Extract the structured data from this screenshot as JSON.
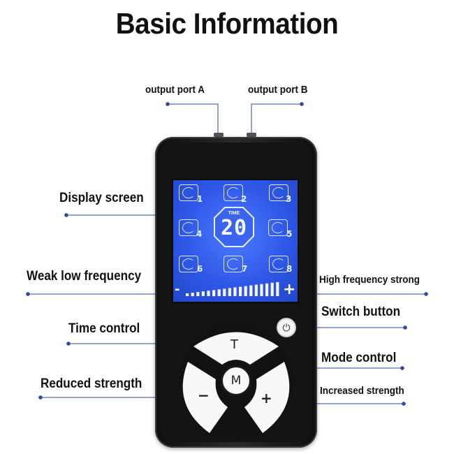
{
  "title": "Basic Information",
  "labels": {
    "output_port_a": "output port A",
    "output_port_b": "output port B",
    "display_screen": "Display screen",
    "weak_low_frequency": "Weak low frequency",
    "high_frequency_strong": "High frequency strong",
    "switch_button": "Switch button",
    "time_control": "Time control",
    "mode_control": "Mode control",
    "reduced_strength": "Reduced strength",
    "increased_strength": "Increased strength"
  },
  "screen": {
    "time_label": "TIME",
    "time_value": "20",
    "modes": [
      "1",
      "2",
      "3",
      "4",
      "5",
      "6",
      "7",
      "8"
    ],
    "minus": "-",
    "plus": "+"
  },
  "buttons": {
    "time": "T",
    "mode": "M",
    "decrease": "−",
    "increase": "+",
    "power_icon": "⏻"
  },
  "colors": {
    "screen_blue": "#2f58e8",
    "callout_line": "#2b4aa0",
    "device_body": "#1a1a1b"
  }
}
